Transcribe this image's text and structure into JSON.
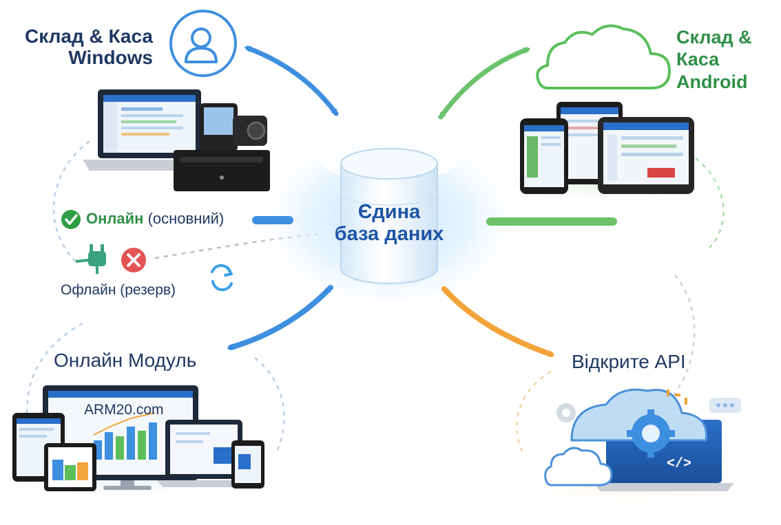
{
  "nodes": {
    "windows": {
      "line1": "Склад & Каса",
      "line2": "Windows",
      "color": "#1f3863"
    },
    "android": {
      "line1": "Склад &",
      "line2": "Каса",
      "line3": "Android",
      "color": "#2f8f46"
    },
    "online_module": {
      "label": "Онлайн Модуль",
      "site": "ARM20.com"
    },
    "open_api": {
      "label": "Відкрите API",
      "code_glyph": "</>"
    },
    "database": {
      "line1": "Єдина",
      "line2": "база даних"
    }
  },
  "modes": {
    "online": {
      "bold": "Онлайн",
      "rest": "(основний)",
      "status_icon": "check-circle-icon"
    },
    "offline": {
      "label": "Офлайн (резерв)",
      "status_icon": "x-circle-icon"
    }
  },
  "icons": [
    "user-icon",
    "cloud-icon",
    "plug-icon",
    "sync-icon",
    "gear-icon",
    "database-icon"
  ],
  "colors": {
    "blue": "#3d8fe0",
    "green": "#5cbf5c",
    "orange": "#f2a33a",
    "navy": "#1f3863",
    "accent_green": "#2f8f46"
  }
}
